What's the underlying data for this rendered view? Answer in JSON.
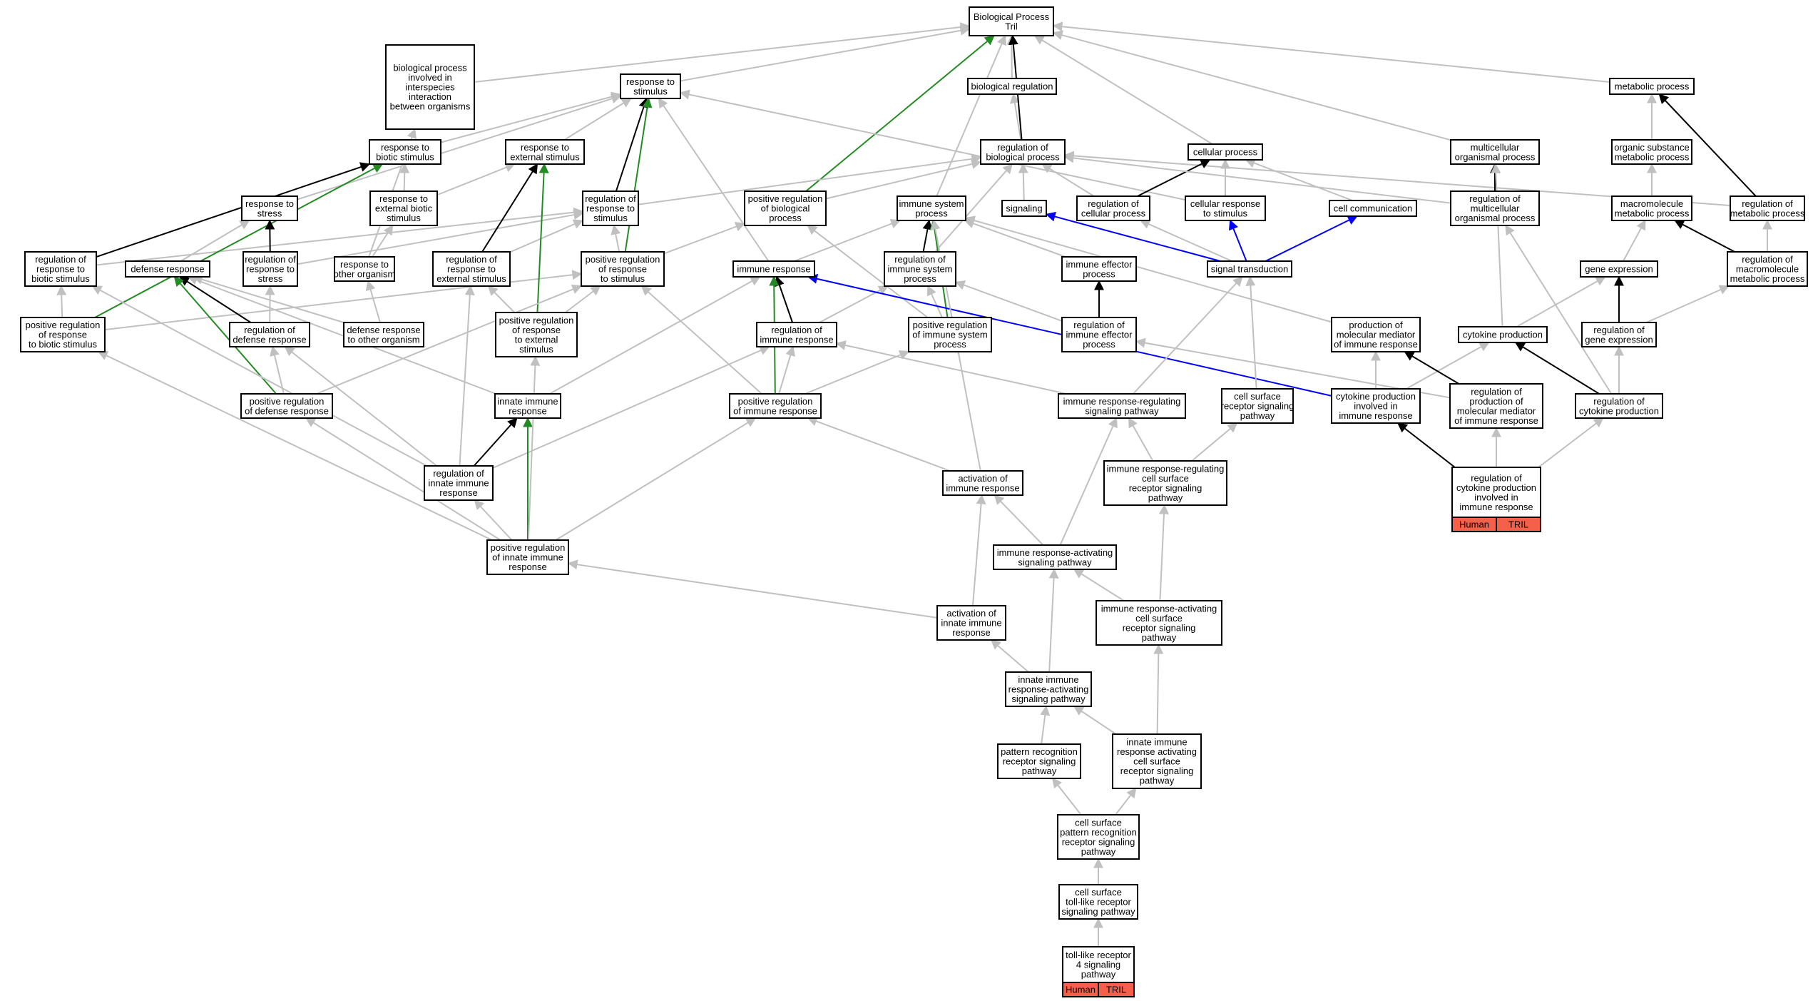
{
  "graph": {
    "colors": {
      "is_a": "#c0c0c0",
      "part_of": "#000000",
      "positively_regulates": "#228B22",
      "regulates_blue": "#0000ff",
      "annotation_tag": "#f5604a"
    },
    "nodes": [
      {
        "id": "root",
        "lines": [
          "Biological Process",
          "Tril"
        ]
      },
      {
        "id": "bp_interspecies",
        "lines": [
          "biological process",
          "involved in",
          "interspecies",
          "interaction",
          "between organisms"
        ]
      },
      {
        "id": "resp_stim",
        "lines": [
          "response to",
          "stimulus"
        ]
      },
      {
        "id": "bio_reg",
        "lines": [
          "biological regulation"
        ]
      },
      {
        "id": "metab",
        "lines": [
          "metabolic process"
        ]
      },
      {
        "id": "resp_biotic",
        "lines": [
          "response to",
          "biotic stimulus"
        ]
      },
      {
        "id": "resp_ext",
        "lines": [
          "response to",
          "external stimulus"
        ]
      },
      {
        "id": "reg_bio",
        "lines": [
          "regulation of",
          "biological process"
        ]
      },
      {
        "id": "cell_proc",
        "lines": [
          "cellular process"
        ]
      },
      {
        "id": "multi_org",
        "lines": [
          "multicellular",
          "organismal process"
        ]
      },
      {
        "id": "org_subst",
        "lines": [
          "organic substance",
          "metabolic process"
        ]
      },
      {
        "id": "resp_stress",
        "lines": [
          "response to",
          "stress"
        ]
      },
      {
        "id": "resp_ext_biotic",
        "lines": [
          "response to",
          "external biotic",
          "stimulus"
        ]
      },
      {
        "id": "reg_resp_stim",
        "lines": [
          "regulation of",
          "response to",
          "stimulus"
        ]
      },
      {
        "id": "pos_reg_bio",
        "lines": [
          "positive regulation",
          "of biological",
          "process"
        ]
      },
      {
        "id": "imm_sys",
        "lines": [
          "immune system",
          "process"
        ]
      },
      {
        "id": "signaling",
        "lines": [
          "signaling"
        ]
      },
      {
        "id": "reg_cell",
        "lines": [
          "regulation of",
          "cellular process"
        ]
      },
      {
        "id": "cell_resp_stim",
        "lines": [
          "cellular response",
          "to stimulus"
        ]
      },
      {
        "id": "cell_comm",
        "lines": [
          "cell communication"
        ]
      },
      {
        "id": "reg_multi",
        "lines": [
          "regulation of",
          "multicellular",
          "organismal process"
        ]
      },
      {
        "id": "macro",
        "lines": [
          "macromolecule",
          "metabolic process"
        ]
      },
      {
        "id": "reg_metab",
        "lines": [
          "regulation of",
          "metabolic process"
        ]
      },
      {
        "id": "reg_resp_biotic",
        "lines": [
          "regulation of",
          "response to",
          "biotic stimulus"
        ]
      },
      {
        "id": "def_resp",
        "lines": [
          "defense response"
        ]
      },
      {
        "id": "reg_resp_stress",
        "lines": [
          "regulation of",
          "response to",
          "stress"
        ]
      },
      {
        "id": "resp_other_org",
        "lines": [
          "response to",
          "other organism"
        ]
      },
      {
        "id": "reg_resp_ext",
        "lines": [
          "regulation of",
          "response to",
          "external stimulus"
        ]
      },
      {
        "id": "pos_reg_resp_stim",
        "lines": [
          "positive regulation",
          "of response",
          "to stimulus"
        ]
      },
      {
        "id": "imm_resp",
        "lines": [
          "immune response"
        ]
      },
      {
        "id": "reg_imm_sys",
        "lines": [
          "regulation of",
          "immune system",
          "process"
        ]
      },
      {
        "id": "imm_eff",
        "lines": [
          "immune effector",
          "process"
        ]
      },
      {
        "id": "sig_trans",
        "lines": [
          "signal transduction"
        ]
      },
      {
        "id": "gene_exp",
        "lines": [
          "gene expression"
        ]
      },
      {
        "id": "reg_macro",
        "lines": [
          "regulation of",
          "macromolecule",
          "metabolic process"
        ]
      },
      {
        "id": "pos_reg_resp_biotic",
        "lines": [
          "positive regulation",
          "of response",
          "to biotic stimulus"
        ]
      },
      {
        "id": "reg_def",
        "lines": [
          "regulation of",
          "defense response"
        ]
      },
      {
        "id": "def_other_org",
        "lines": [
          "defense response",
          "to other organism"
        ]
      },
      {
        "id": "pos_reg_resp_ext",
        "lines": [
          "positive regulation",
          "of response",
          "to external",
          "stimulus"
        ]
      },
      {
        "id": "reg_imm_resp",
        "lines": [
          "regulation of",
          "immune response"
        ]
      },
      {
        "id": "pos_reg_imm_sys",
        "lines": [
          "positive regulation",
          "of immune system",
          "process"
        ]
      },
      {
        "id": "reg_imm_eff",
        "lines": [
          "regulation of",
          "immune effector",
          "process"
        ]
      },
      {
        "id": "prod_mol_med",
        "lines": [
          "production of",
          "molecular mediator",
          "of immune response"
        ]
      },
      {
        "id": "cyt_prod",
        "lines": [
          "cytokine production"
        ]
      },
      {
        "id": "reg_gene_exp",
        "lines": [
          "regulation of",
          "gene expression"
        ]
      },
      {
        "id": "pos_reg_def",
        "lines": [
          "positive regulation",
          "of defense response"
        ]
      },
      {
        "id": "innate_imm",
        "lines": [
          "innate immune",
          "response"
        ]
      },
      {
        "id": "pos_reg_imm_resp",
        "lines": [
          "positive regulation",
          "of immune response"
        ]
      },
      {
        "id": "irr_sig",
        "lines": [
          "immune response-regulating",
          "signaling pathway"
        ]
      },
      {
        "id": "csr_sig",
        "lines": [
          "cell surface",
          "receptor signaling",
          "pathway"
        ]
      },
      {
        "id": "cyt_prod_imm",
        "lines": [
          "cytokine production",
          "involved in",
          "immune response"
        ]
      },
      {
        "id": "reg_prod_mol_med",
        "lines": [
          "regulation of",
          "production of",
          "molecular mediator",
          "of immune response"
        ]
      },
      {
        "id": "reg_cyt_prod",
        "lines": [
          "regulation of",
          "cytokine production"
        ]
      },
      {
        "id": "reg_innate",
        "lines": [
          "regulation of",
          "innate immune",
          "response"
        ]
      },
      {
        "id": "act_imm",
        "lines": [
          "activation of",
          "immune response"
        ]
      },
      {
        "id": "irr_csr",
        "lines": [
          "immune response-regulating",
          "cell surface",
          "receptor signaling",
          "pathway"
        ]
      },
      {
        "id": "reg_cyt_prod_imm",
        "lines": [
          "regulation of",
          "cytokine production",
          "involved in",
          "immune response"
        ],
        "tags": [
          "Human",
          "TRIL"
        ]
      },
      {
        "id": "pos_reg_innate",
        "lines": [
          "positive regulation",
          "of innate immune",
          "response"
        ]
      },
      {
        "id": "ira_sig",
        "lines": [
          "immune response-activating",
          "signaling pathway"
        ]
      },
      {
        "id": "act_innate",
        "lines": [
          "activation of",
          "innate immune",
          "response"
        ]
      },
      {
        "id": "ira_csr",
        "lines": [
          "immune response-activating",
          "cell surface",
          "receptor signaling",
          "pathway"
        ]
      },
      {
        "id": "innate_ira",
        "lines": [
          "innate immune",
          "response-activating",
          "signaling pathway"
        ]
      },
      {
        "id": "prr_sig",
        "lines": [
          "pattern recognition",
          "receptor signaling",
          "pathway"
        ]
      },
      {
        "id": "innate_ira_csr",
        "lines": [
          "innate immune",
          "response activating",
          "cell surface",
          "receptor signaling",
          "pathway"
        ]
      },
      {
        "id": "cs_prr",
        "lines": [
          "cell surface",
          "pattern recognition",
          "receptor signaling",
          "pathway"
        ]
      },
      {
        "id": "cs_tlr",
        "lines": [
          "cell surface",
          "toll-like receptor",
          "signaling pathway"
        ]
      },
      {
        "id": "tlr4",
        "lines": [
          "toll-like receptor",
          "4 signaling",
          "pathway"
        ],
        "tags": [
          "Human",
          "TRIL"
        ]
      }
    ],
    "edges": [
      [
        "bp_interspecies",
        "root",
        "gray"
      ],
      [
        "resp_stim",
        "root",
        "gray"
      ],
      [
        "bio_reg",
        "root",
        "gray"
      ],
      [
        "metab",
        "root",
        "gray"
      ],
      [
        "cell_proc",
        "root",
        "gray"
      ],
      [
        "multi_org",
        "root",
        "gray"
      ],
      [
        "imm_sys",
        "root",
        "gray"
      ],
      [
        "reg_bio",
        "bio_reg",
        "gray"
      ],
      [
        "pos_reg_bio",
        "root",
        "green"
      ],
      [
        "reg_bio",
        "root",
        "black"
      ],
      [
        "org_subst",
        "metab",
        "gray"
      ],
      [
        "macro",
        "org_subst",
        "gray"
      ],
      [
        "reg_metab",
        "metab",
        "black"
      ],
      [
        "reg_metab",
        "reg_bio",
        "gray"
      ],
      [
        "resp_biotic",
        "resp_stim",
        "gray"
      ],
      [
        "resp_ext",
        "resp_stim",
        "gray"
      ],
      [
        "resp_stress",
        "resp_stim",
        "gray"
      ],
      [
        "cell_resp_stim",
        "resp_stim",
        "gray"
      ],
      [
        "resp_ext_biotic",
        "resp_biotic",
        "gray"
      ],
      [
        "resp_ext_biotic",
        "resp_ext",
        "gray"
      ],
      [
        "reg_resp_stim",
        "resp_stim",
        "black"
      ],
      [
        "reg_resp_stim",
        "reg_bio",
        "gray"
      ],
      [
        "pos_reg_resp_stim",
        "resp_stim",
        "green"
      ],
      [
        "pos_reg_resp_stim",
        "reg_resp_stim",
        "gray"
      ],
      [
        "pos_reg_resp_stim",
        "pos_reg_bio",
        "gray"
      ],
      [
        "pos_reg_bio",
        "reg_bio",
        "gray"
      ],
      [
        "signaling",
        "reg_bio",
        "gray"
      ],
      [
        "reg_cell",
        "reg_bio",
        "gray"
      ],
      [
        "reg_cell",
        "cell_proc",
        "black"
      ],
      [
        "cell_resp_stim",
        "cell_proc",
        "gray"
      ],
      [
        "cell_comm",
        "cell_proc",
        "gray"
      ],
      [
        "reg_multi",
        "multi_org",
        "black"
      ],
      [
        "reg_multi",
        "reg_bio",
        "gray"
      ],
      [
        "reg_macro",
        "macro",
        "black"
      ],
      [
        "reg_macro",
        "reg_metab",
        "gray"
      ],
      [
        "gene_exp",
        "macro",
        "gray"
      ],
      [
        "reg_gene_exp",
        "gene_exp",
        "black"
      ],
      [
        "reg_gene_exp",
        "reg_macro",
        "gray"
      ],
      [
        "reg_resp_biotic",
        "resp_biotic",
        "black"
      ],
      [
        "reg_resp_biotic",
        "reg_resp_stim",
        "gray"
      ],
      [
        "pos_reg_resp_biotic",
        "resp_biotic",
        "green"
      ],
      [
        "pos_reg_resp_biotic",
        "reg_resp_biotic",
        "gray"
      ],
      [
        "pos_reg_resp_biotic",
        "pos_reg_resp_stim",
        "gray"
      ],
      [
        "reg_resp_stress",
        "resp_stress",
        "black"
      ],
      [
        "reg_resp_stress",
        "reg_resp_stim",
        "gray"
      ],
      [
        "def_resp",
        "resp_stress",
        "gray"
      ],
      [
        "resp_other_org",
        "resp_ext_biotic",
        "gray"
      ],
      [
        "resp_other_org",
        "bp_interspecies",
        "gray"
      ],
      [
        "def_other_org",
        "def_resp",
        "gray"
      ],
      [
        "def_other_org",
        "resp_other_org",
        "gray"
      ],
      [
        "reg_resp_ext",
        "resp_ext",
        "black"
      ],
      [
        "reg_resp_ext",
        "reg_resp_stim",
        "gray"
      ],
      [
        "pos_reg_resp_ext",
        "resp_ext",
        "green"
      ],
      [
        "pos_reg_resp_ext",
        "reg_resp_ext",
        "gray"
      ],
      [
        "pos_reg_resp_ext",
        "pos_reg_resp_stim",
        "gray"
      ],
      [
        "imm_resp",
        "resp_stim",
        "gray"
      ],
      [
        "imm_resp",
        "imm_sys",
        "gray"
      ],
      [
        "reg_imm_sys",
        "imm_sys",
        "black"
      ],
      [
        "reg_imm_sys",
        "reg_bio",
        "gray"
      ],
      [
        "imm_eff",
        "imm_sys",
        "gray"
      ],
      [
        "pos_reg_imm_sys",
        "imm_sys",
        "green"
      ],
      [
        "pos_reg_imm_sys",
        "reg_imm_sys",
        "gray"
      ],
      [
        "pos_reg_imm_sys",
        "pos_reg_bio",
        "gray"
      ],
      [
        "reg_imm_eff",
        "imm_eff",
        "black"
      ],
      [
        "reg_imm_eff",
        "reg_imm_sys",
        "gray"
      ],
      [
        "sig_trans",
        "signaling",
        "blue"
      ],
      [
        "sig_trans",
        "cell_resp_stim",
        "blue"
      ],
      [
        "sig_trans",
        "cell_comm",
        "blue"
      ],
      [
        "sig_trans",
        "reg_cell",
        "gray"
      ],
      [
        "reg_def",
        "def_resp",
        "black"
      ],
      [
        "reg_def",
        "reg_resp_stress",
        "gray"
      ],
      [
        "pos_reg_def",
        "def_resp",
        "green"
      ],
      [
        "pos_reg_def",
        "reg_def",
        "gray"
      ],
      [
        "pos_reg_def",
        "pos_reg_resp_stim",
        "gray"
      ],
      [
        "reg_imm_resp",
        "imm_resp",
        "black"
      ],
      [
        "reg_imm_resp",
        "reg_imm_sys",
        "gray"
      ],
      [
        "pos_reg_imm_resp",
        "imm_resp",
        "green"
      ],
      [
        "pos_reg_imm_resp",
        "reg_imm_resp",
        "gray"
      ],
      [
        "pos_reg_imm_resp",
        "pos_reg_imm_sys",
        "gray"
      ],
      [
        "pos_reg_imm_resp",
        "pos_reg_resp_stim",
        "gray"
      ],
      [
        "innate_imm",
        "imm_resp",
        "gray"
      ],
      [
        "innate_imm",
        "def_resp",
        "gray"
      ],
      [
        "prod_mol_med",
        "imm_sys",
        "gray"
      ],
      [
        "cyt_prod",
        "multi_org",
        "gray"
      ],
      [
        "cyt_prod",
        "gene_exp",
        "gray"
      ],
      [
        "cyt_prod_imm",
        "cyt_prod",
        "gray"
      ],
      [
        "cyt_prod_imm",
        "prod_mol_med",
        "gray"
      ],
      [
        "cyt_prod_imm",
        "imm_resp",
        "blue"
      ],
      [
        "reg_prod_mol_med",
        "prod_mol_med",
        "black"
      ],
      [
        "reg_prod_mol_med",
        "reg_imm_eff",
        "gray"
      ],
      [
        "reg_cyt_prod",
        "cyt_prod",
        "black"
      ],
      [
        "reg_cyt_prod",
        "reg_gene_exp",
        "gray"
      ],
      [
        "reg_cyt_prod",
        "reg_multi",
        "gray"
      ],
      [
        "reg_cyt_prod_imm",
        "cyt_prod_imm",
        "black"
      ],
      [
        "reg_cyt_prod_imm",
        "reg_prod_mol_med",
        "gray"
      ],
      [
        "reg_cyt_prod_imm",
        "reg_cyt_prod",
        "gray"
      ],
      [
        "irr_sig",
        "sig_trans",
        "gray"
      ],
      [
        "irr_sig",
        "reg_imm_resp",
        "gray"
      ],
      [
        "csr_sig",
        "sig_trans",
        "gray"
      ],
      [
        "irr_csr",
        "irr_sig",
        "gray"
      ],
      [
        "irr_csr",
        "csr_sig",
        "gray"
      ],
      [
        "reg_innate",
        "innate_imm",
        "black"
      ],
      [
        "reg_innate",
        "reg_def",
        "gray"
      ],
      [
        "reg_innate",
        "reg_imm_resp",
        "gray"
      ],
      [
        "reg_innate",
        "reg_resp_ext",
        "gray"
      ],
      [
        "reg_innate",
        "reg_resp_biotic",
        "gray"
      ],
      [
        "pos_reg_innate",
        "innate_imm",
        "green"
      ],
      [
        "pos_reg_innate",
        "reg_innate",
        "gray"
      ],
      [
        "pos_reg_innate",
        "pos_reg_def",
        "gray"
      ],
      [
        "pos_reg_innate",
        "pos_reg_imm_resp",
        "gray"
      ],
      [
        "pos_reg_innate",
        "pos_reg_resp_ext",
        "gray"
      ],
      [
        "pos_reg_innate",
        "pos_reg_resp_biotic",
        "gray"
      ],
      [
        "act_imm",
        "pos_reg_imm_resp",
        "gray"
      ],
      [
        "act_imm",
        "imm_sys",
        "gray"
      ],
      [
        "ira_sig",
        "irr_sig",
        "gray"
      ],
      [
        "ira_sig",
        "act_imm",
        "gray"
      ],
      [
        "act_innate",
        "act_imm",
        "gray"
      ],
      [
        "act_innate",
        "pos_reg_innate",
        "gray"
      ],
      [
        "ira_csr",
        "ira_sig",
        "gray"
      ],
      [
        "ira_csr",
        "irr_csr",
        "gray"
      ],
      [
        "innate_ira",
        "ira_sig",
        "gray"
      ],
      [
        "innate_ira",
        "act_innate",
        "gray"
      ],
      [
        "prr_sig",
        "innate_ira",
        "gray"
      ],
      [
        "innate_ira_csr",
        "innate_ira",
        "gray"
      ],
      [
        "innate_ira_csr",
        "ira_csr",
        "gray"
      ],
      [
        "cs_prr",
        "prr_sig",
        "gray"
      ],
      [
        "cs_prr",
        "innate_ira_csr",
        "gray"
      ],
      [
        "cs_tlr",
        "cs_prr",
        "gray"
      ],
      [
        "tlr4",
        "cs_tlr",
        "gray"
      ]
    ]
  }
}
